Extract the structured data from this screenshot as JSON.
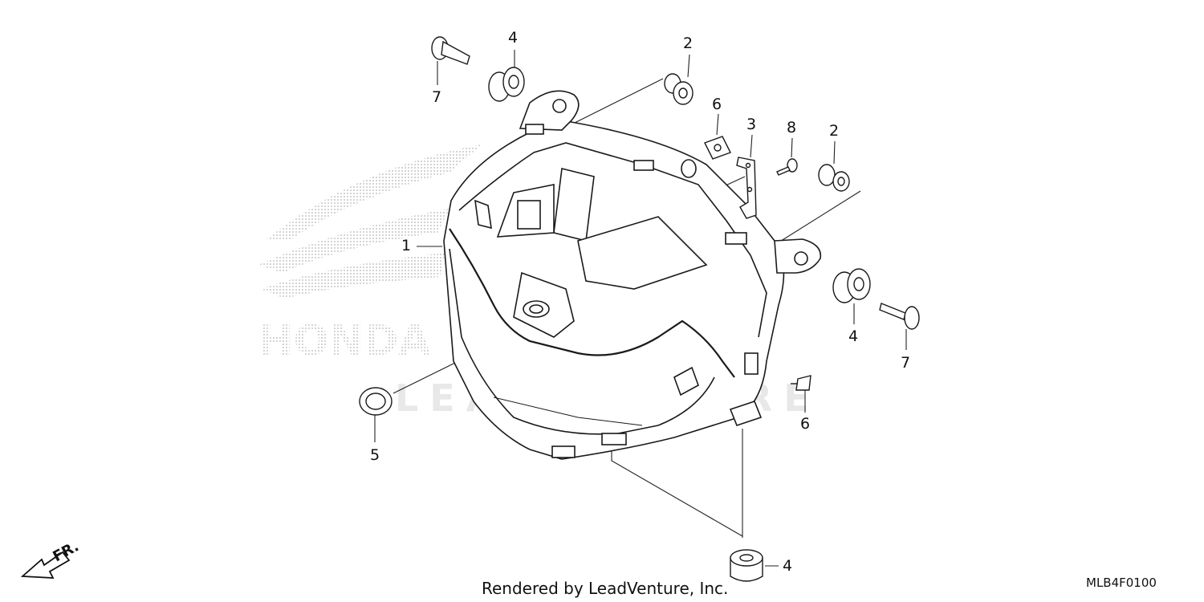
{
  "diagram": {
    "callouts": [
      {
        "id": "c4a",
        "label": "4"
      },
      {
        "id": "c7a",
        "label": "7"
      },
      {
        "id": "c2a",
        "label": "2"
      },
      {
        "id": "c6a",
        "label": "6"
      },
      {
        "id": "c3",
        "label": "3"
      },
      {
        "id": "c8",
        "label": "8"
      },
      {
        "id": "c2b",
        "label": "2"
      },
      {
        "id": "c1",
        "label": "1"
      },
      {
        "id": "c4b",
        "label": "4"
      },
      {
        "id": "c7b",
        "label": "7"
      },
      {
        "id": "c6b",
        "label": "6"
      },
      {
        "id": "c5",
        "label": "5"
      },
      {
        "id": "c4c",
        "label": "4"
      }
    ],
    "direction_marker": "FR.",
    "watermark_brand": "HONDA",
    "watermark_text": "LEADVENTURE",
    "credit": "Rendered by LeadVenture, Inc.",
    "diagram_code": "MLB4F0100"
  }
}
